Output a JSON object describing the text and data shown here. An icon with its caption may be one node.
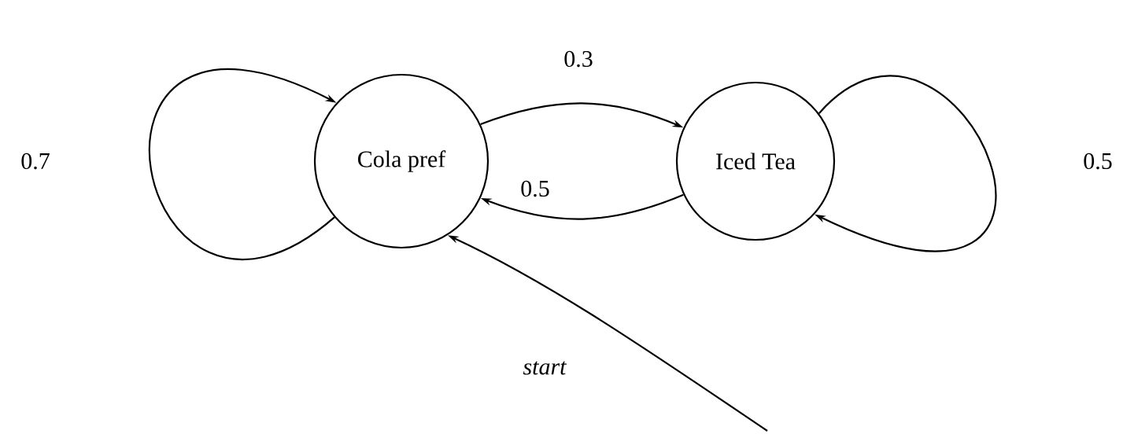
{
  "diagram": {
    "nodes": [
      {
        "text": [
          "Cola pref"
        ]
      },
      {
        "text": [
          "Iced Tea"
        ]
      }
    ],
    "edges": [
      {
        "from": 0,
        "to": 0,
        "arrow": "to",
        "label": "0.7"
      },
      {
        "from": 0,
        "to": 1,
        "arrow": "to",
        "label": "0.3"
      },
      {
        "from": 1,
        "to": 0,
        "arrow": "to",
        "label": "0.5"
      },
      {
        "from": 1,
        "to": 1,
        "arrow": "to",
        "label": "0.5"
      },
      {
        "from": null,
        "to": 0,
        "arrow": "to",
        "label": "start"
      }
    ]
  }
}
